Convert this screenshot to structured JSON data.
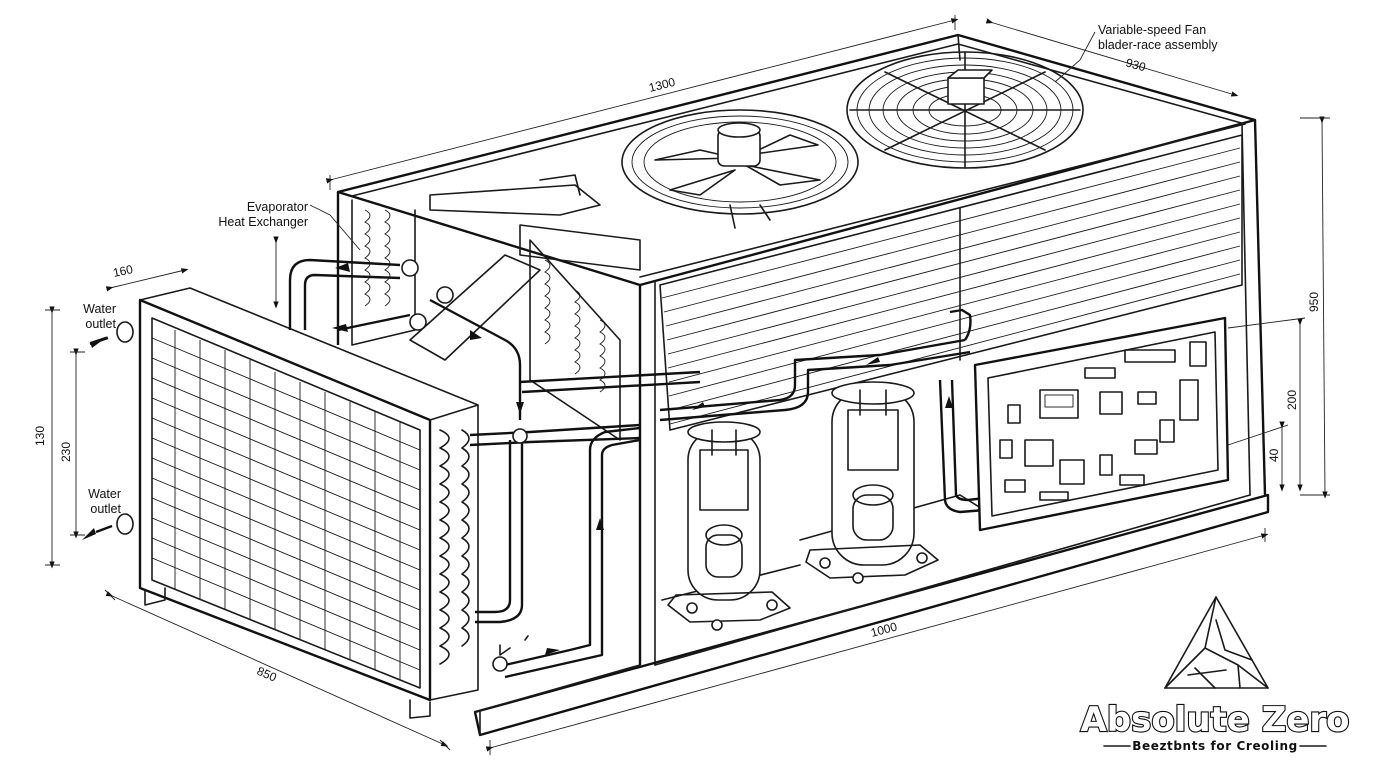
{
  "labels": {
    "fan": [
      "Variable-speed Fan",
      "blader-race assembly"
    ],
    "evaporator": [
      "Evaporator",
      "Heat Exchanger"
    ],
    "water_outlet_top": [
      "Water",
      "outlet"
    ],
    "water_outlet_bottom": [
      "Water",
      "outlet"
    ]
  },
  "dimensions": {
    "length_top": "1300",
    "width_top": "930",
    "depth_small": "160",
    "height_left": "130",
    "height_inner": "230",
    "height_right": "950",
    "panel_height": "200",
    "panel_offset": "40",
    "length_bottom": "1000",
    "depth_bottom": "850"
  },
  "brand": {
    "name": "Absolute Zero",
    "tagline": "Beeztbnts for Creoling"
  }
}
